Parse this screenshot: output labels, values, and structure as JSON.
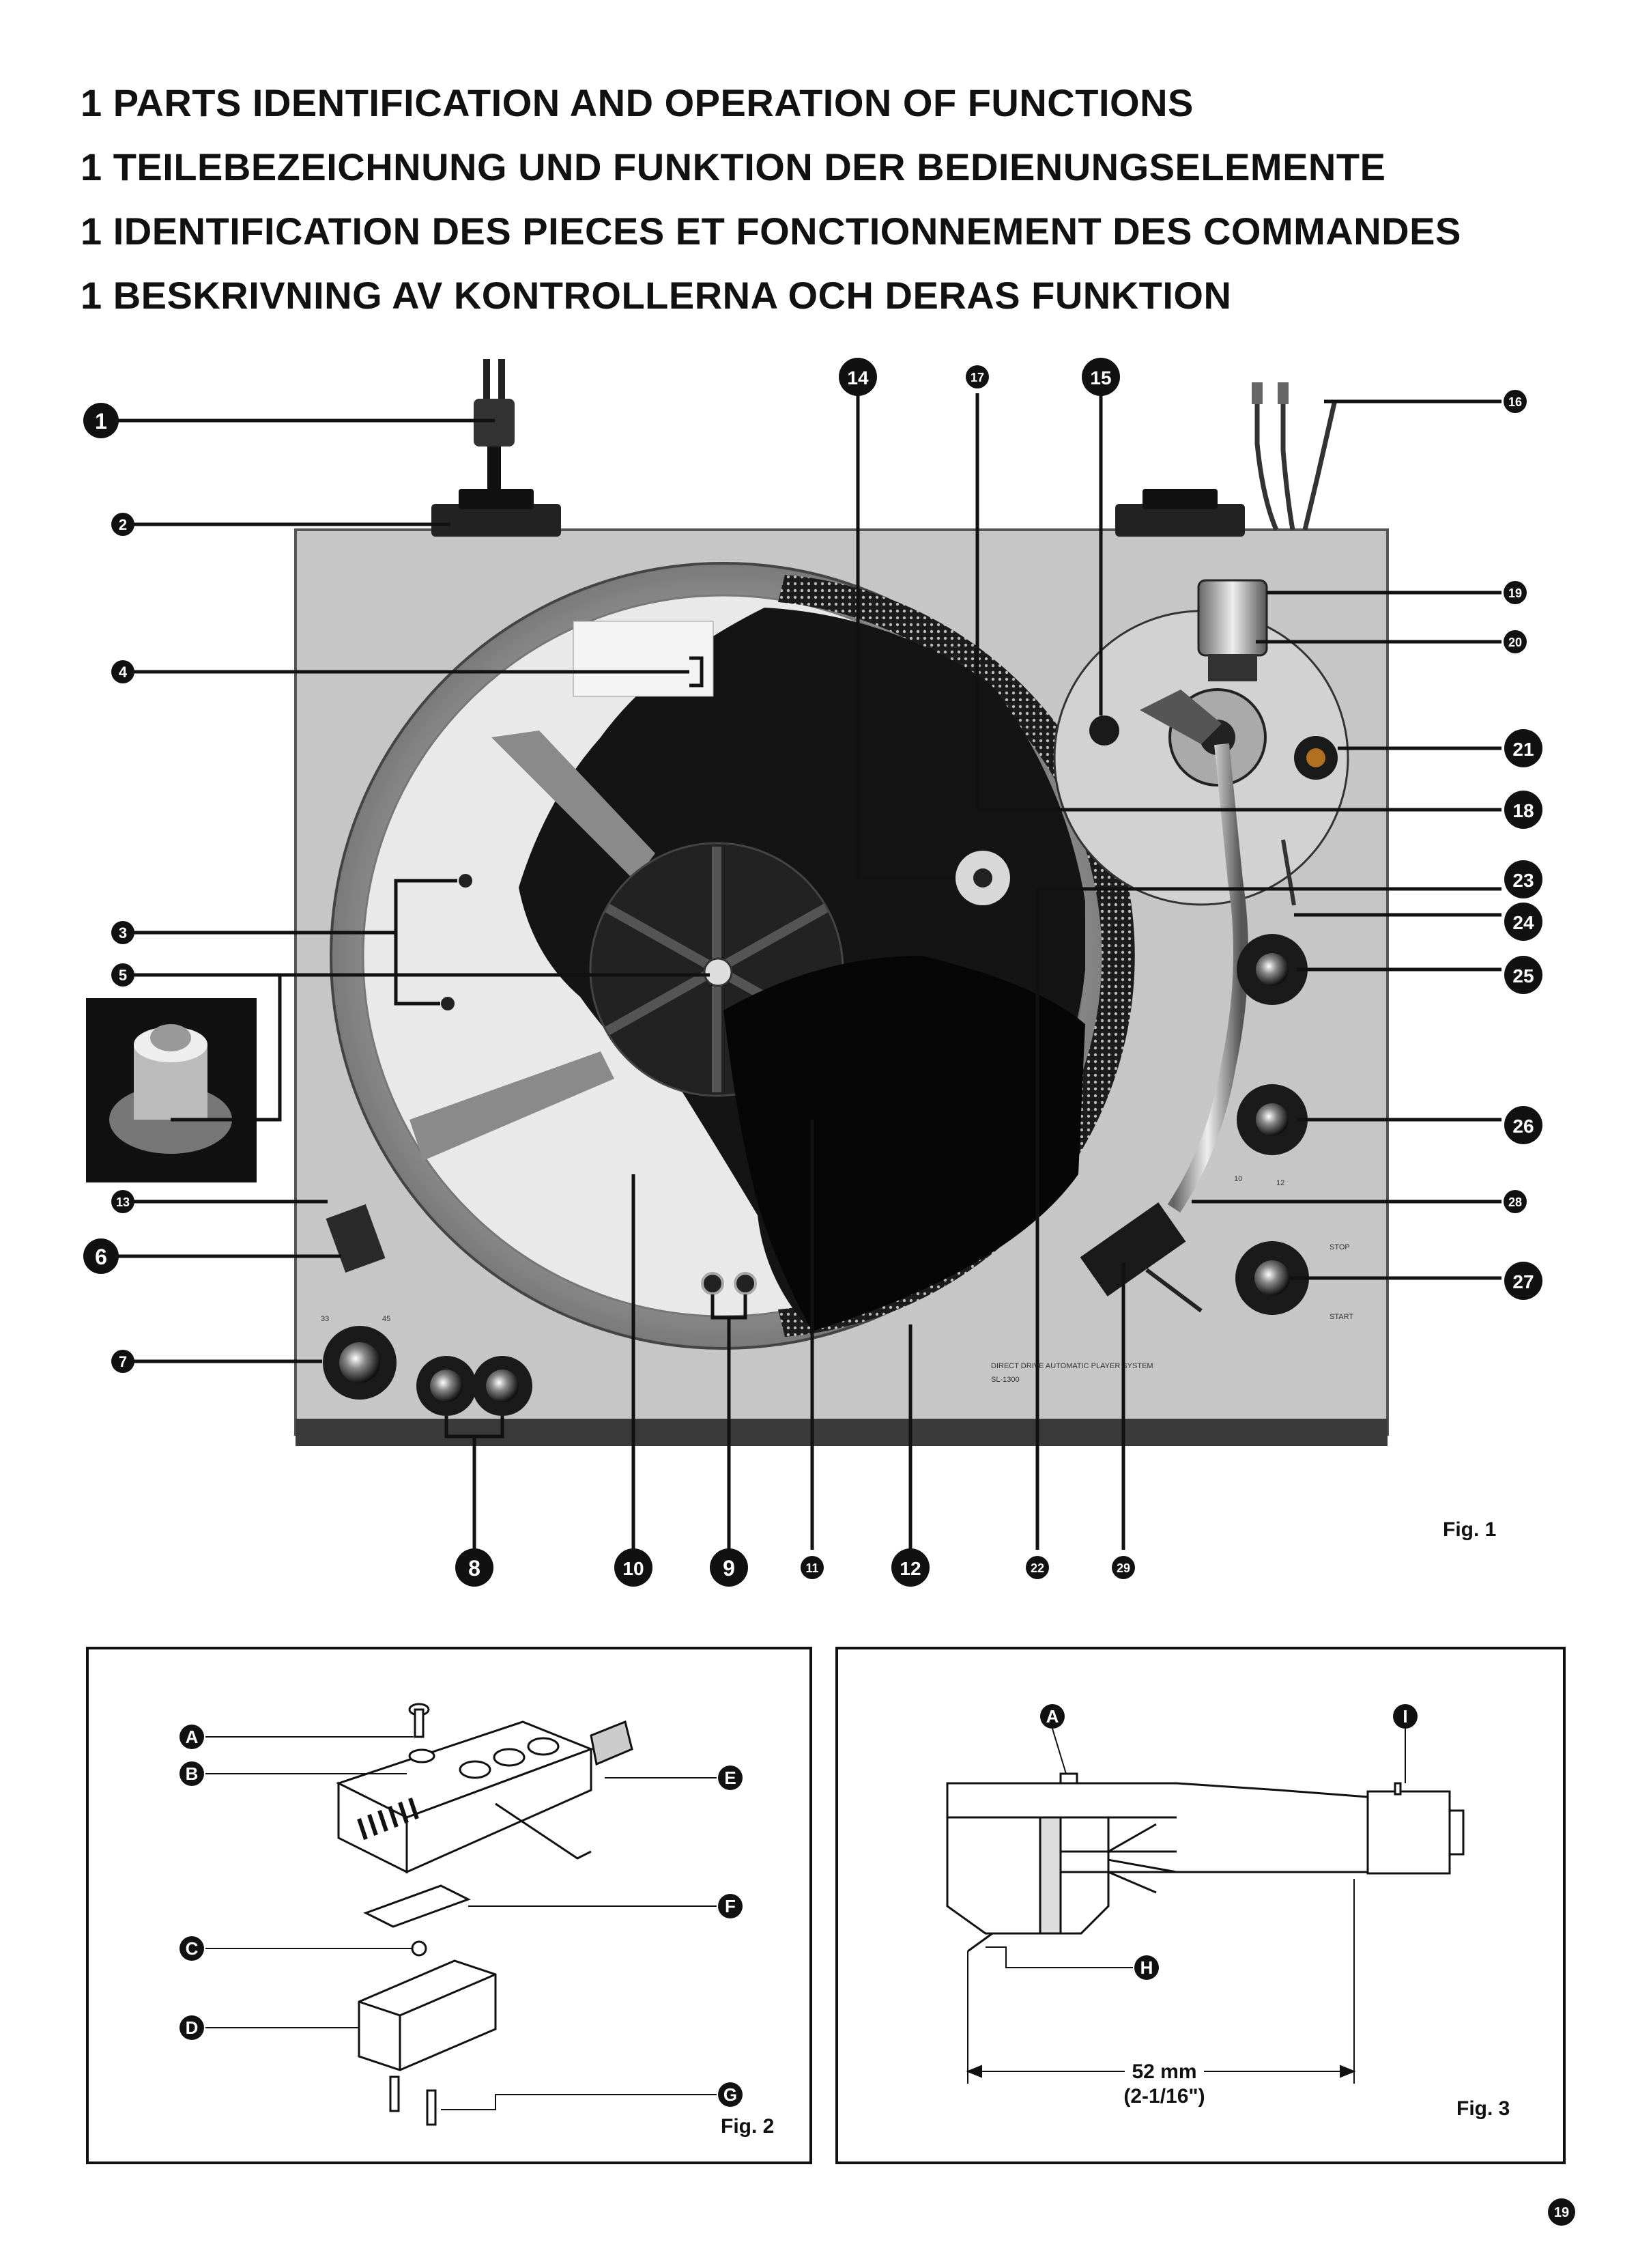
{
  "headings": [
    "1 PARTS IDENTIFICATION AND OPERATION OF  FUNCTIONS",
    "1 TEILEBEZEICHNUNG UND FUNKTION DER BEDIENUNGSELEMENTE",
    "1 IDENTIFICATION DES PIECES ET FONCTIONNEMENT DES COMMANDES",
    "1 BESKRIVNING AV KONTROLLERNA OCH DERAS FUNKTION"
  ],
  "fig1": {
    "label": "Fig. 1",
    "callouts": {
      "c1": "1",
      "c2": "2",
      "c3": "3",
      "c4": "4",
      "c5": "5",
      "c6": "6",
      "c7": "7",
      "c8": "8",
      "c9": "9",
      "c10": "10",
      "c11": "11",
      "c12": "12",
      "c13": "13",
      "c14": "14",
      "c15": "15",
      "c16": "16",
      "c17": "17",
      "c18": "18",
      "c19": "19",
      "c20": "20",
      "c21": "21",
      "c22": "22",
      "c23": "23",
      "c24": "24",
      "c25": "25",
      "c26": "26",
      "c27": "27",
      "c28": "28",
      "c29": "29"
    },
    "panel_text": {
      "speed_33": "33",
      "speed_45": "45",
      "stop": "STOP",
      "start": "START",
      "model_line1": "DIRECT DRIVE AUTOMATIC PLAYER SYSTEM",
      "model_line2": "SL-1300",
      "size_12": "12",
      "size_10": "10"
    }
  },
  "fig2": {
    "label": "Fig. 2",
    "callouts": {
      "A": "A",
      "B": "B",
      "C": "C",
      "D": "D",
      "E": "E",
      "F": "F",
      "G": "G"
    }
  },
  "fig3": {
    "label": "Fig. 3",
    "callouts": {
      "A": "A",
      "H": "H",
      "I": "I"
    },
    "dimension_mm": "52 mm",
    "dimension_in": "(2-1/16\")"
  },
  "page_number": "19"
}
